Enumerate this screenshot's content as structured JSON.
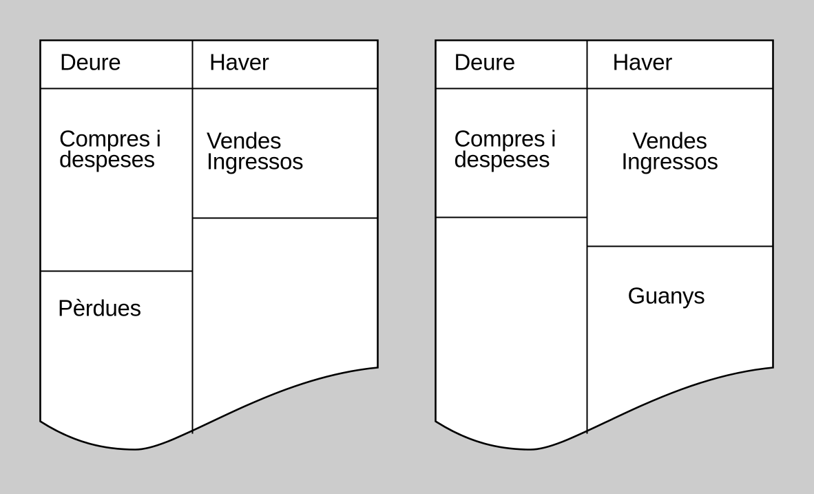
{
  "canvas": {
    "background_color": "#cccccc",
    "paper_color": "#ffffff",
    "line_color": "#000000"
  },
  "tables": [
    {
      "name": "t-account-left",
      "headers": {
        "debit": "Deure",
        "credit": "Haver"
      },
      "cells": {
        "debit_top": {
          "lines": [
            "Compres i",
            "despeses"
          ]
        },
        "debit_bottom": {
          "lines": [
            "Pèrdues"
          ]
        },
        "credit_top": {
          "lines": [
            "Vendes",
            "Ingressos"
          ]
        },
        "credit_bottom": {
          "lines": []
        }
      }
    },
    {
      "name": "t-account-right",
      "headers": {
        "debit": "Deure",
        "credit": "Haver"
      },
      "cells": {
        "debit_top": {
          "lines": [
            "Compres i",
            "despeses"
          ]
        },
        "debit_bottom": {
          "lines": []
        },
        "credit_top": {
          "lines": [
            "Vendes",
            "Ingressos"
          ]
        },
        "credit_bottom": {
          "lines": [
            "Guanys"
          ]
        }
      }
    }
  ]
}
